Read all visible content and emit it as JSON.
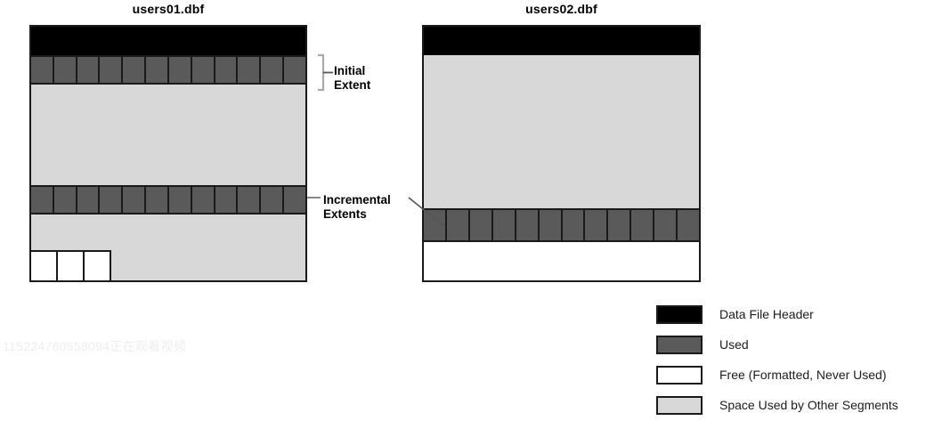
{
  "diagram": {
    "files": [
      {
        "id": "users01",
        "title": "users01.dbf",
        "bands": [
          {
            "name": "data-file-header",
            "type": "header"
          },
          {
            "name": "initial-extent",
            "type": "extent",
            "cells": 12
          },
          {
            "name": "other-segments-space-upper",
            "type": "other"
          },
          {
            "name": "incremental-extent",
            "type": "extent",
            "cells": 12
          },
          {
            "name": "other-segments-space-lower",
            "type": "other"
          },
          {
            "name": "free-blocks",
            "type": "free",
            "cells": 3
          }
        ]
      },
      {
        "id": "users02",
        "title": "users02.dbf",
        "bands": [
          {
            "name": "data-file-header",
            "type": "header"
          },
          {
            "name": "other-segments-space",
            "type": "other"
          },
          {
            "name": "incremental-extent",
            "type": "extent",
            "cells": 12
          },
          {
            "name": "free-space",
            "type": "free-plain"
          }
        ]
      }
    ],
    "annotations": [
      {
        "name": "initial-extent",
        "label": "Initial\nExtent"
      },
      {
        "name": "incremental-extents",
        "label": "Incremental\nExtents"
      }
    ]
  },
  "legend": {
    "items": [
      {
        "swatch": "sw-header",
        "label": "Data File Header"
      },
      {
        "swatch": "sw-used",
        "label": "Used"
      },
      {
        "swatch": "sw-free",
        "label": "Free (Formatted, Never Used)"
      },
      {
        "swatch": "sw-other",
        "label": "Space Used by Other Segments"
      }
    ]
  },
  "watermark": {
    "text": "115224760558094正在观看视频"
  },
  "colors": {
    "header": "#000000",
    "used": "#5a5a5a",
    "free": "#ffffff",
    "other_segments": "#d8d8d8",
    "outline": "#1a1a1a"
  }
}
